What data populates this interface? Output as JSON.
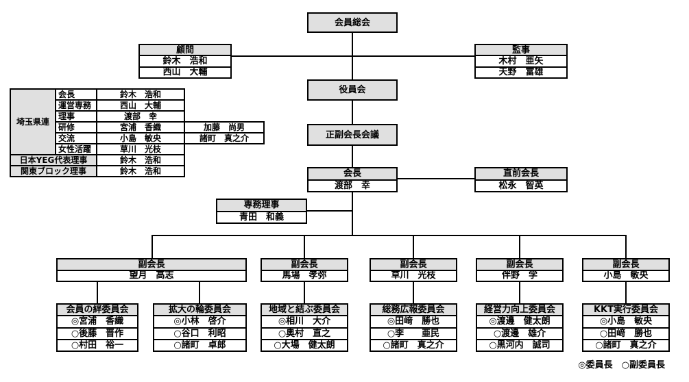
{
  "colors": {
    "box_fill": "#e0e0e0",
    "border": "#000000",
    "background": "#ffffff"
  },
  "nodes": {
    "general_assembly": "会員総会",
    "board_meeting": "役員会",
    "officers_meeting": "正副会長会議"
  },
  "advisors": {
    "title": "顧問",
    "members": [
      "鈴木　浩和",
      "西山　大輔"
    ]
  },
  "auditors": {
    "title": "監事",
    "members": [
      "木村　亜矢",
      "天野　富雄"
    ]
  },
  "president": {
    "title": "会長",
    "name": "渡部　幸"
  },
  "past_president": {
    "title": "直前会長",
    "name": "松永　智英"
  },
  "executive_director": {
    "title": "専務理事",
    "name": "青田　和義"
  },
  "saitama_federation": {
    "group_label": "埼玉県連",
    "rows": [
      {
        "role": "会長",
        "name": "鈴木　浩和"
      },
      {
        "role": "運営専務",
        "name": "西山　大輔"
      },
      {
        "role": "理事",
        "name": "渡部　幸"
      },
      {
        "role": "研修",
        "name": "宮浦　香織",
        "extra": "加藤　尚男"
      },
      {
        "role": "交流",
        "name": "小島　敏央",
        "extra": "諸町　真之介"
      },
      {
        "role": "女性活躍",
        "name": "草川　光枝"
      }
    ],
    "bottom_rows": [
      {
        "role": "日本YEG代表理事",
        "name": "鈴木　浩和"
      },
      {
        "role": "関東ブロック理事",
        "name": "鈴木　浩和"
      }
    ]
  },
  "vice_presidents": [
    {
      "title": "副会長",
      "name": "望月　高志"
    },
    {
      "title": "副会長",
      "name": "馬場　孝弥"
    },
    {
      "title": "副会長",
      "name": "草川　光枝"
    },
    {
      "title": "副会長",
      "name": "伴野　学"
    },
    {
      "title": "副会長",
      "name": "小島　敏央"
    }
  ],
  "committees": [
    {
      "title": "会員の絆委員会",
      "members": [
        "◎宮浦　香織",
        "○後藤　晋作",
        "○村田　裕一"
      ]
    },
    {
      "title": "拡大の輪委員会",
      "members": [
        "◎小林　啓介",
        "○谷口　利昭",
        "○諸町　卓郎"
      ]
    },
    {
      "title": "地域と結ぶ委員会",
      "members": [
        "◎相川　大介",
        "○奥村　直之",
        "○大場　健太朗"
      ]
    },
    {
      "title": "総務広報委員会",
      "members": [
        "◎田﨑　勝也",
        "○李　　亜民",
        "○諸町　真之介"
      ]
    },
    {
      "title": "経営力向上委員会",
      "members": [
        "◎渡邊　健太朗",
        "○渡邊　雄介",
        "○黒河内　誠司"
      ]
    },
    {
      "title": "KKT実行委員会",
      "members": [
        "◎小島　敏央",
        "○田﨑　勝也",
        "○諸町　真之介"
      ]
    }
  ],
  "legend": "◎委員長　○副委員長"
}
